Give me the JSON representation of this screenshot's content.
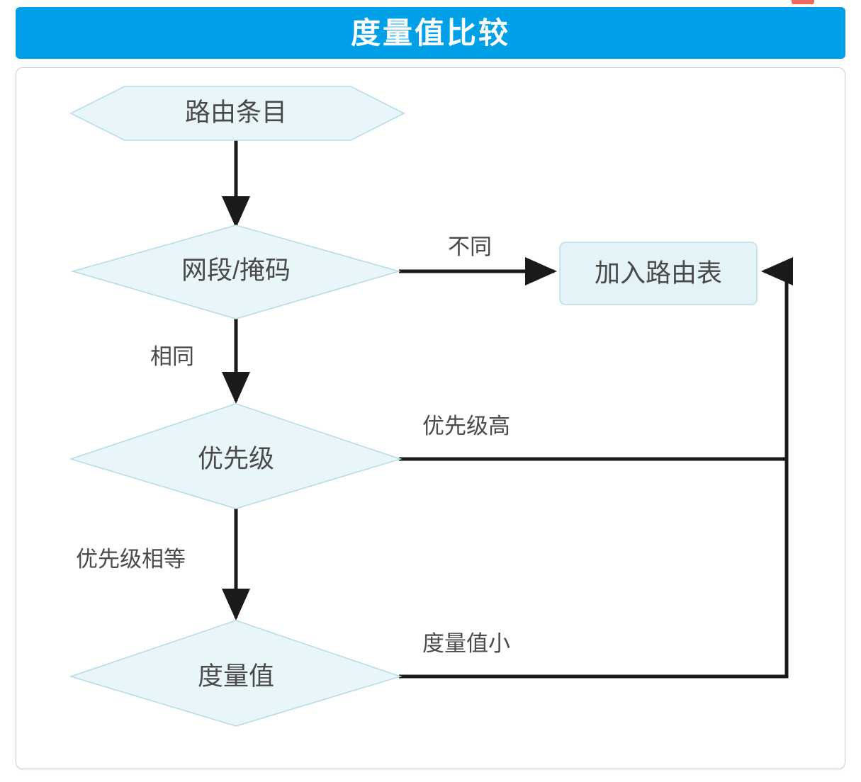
{
  "header": {
    "title": "度量值比较",
    "background_color": "#00a0e9",
    "text_color": "#ffffff",
    "marker_color": "#f0675b"
  },
  "theme": {
    "node_fill": "#e9f6f9",
    "node_stroke": "#b9dde6",
    "edge_color": "#1a1a1a",
    "frame_border": "#cfcfcf",
    "label_color": "#4a4a4a",
    "page_background": "#ffffff"
  },
  "diagram": {
    "type": "flowchart",
    "title": "度量值比较",
    "nodes": [
      {
        "id": "route-entry",
        "label": "路由条目",
        "shape": "hexagon"
      },
      {
        "id": "network-mask",
        "label": "网段/掩码",
        "shape": "diamond"
      },
      {
        "id": "join-table",
        "label": "加入路由表",
        "shape": "rounded-rect"
      },
      {
        "id": "priority",
        "label": "优先级",
        "shape": "diamond"
      },
      {
        "id": "metric",
        "label": "度量值",
        "shape": "diamond"
      }
    ],
    "edges": [
      {
        "id": "e1",
        "from": "route-entry",
        "to": "network-mask",
        "label": "",
        "arrow": true
      },
      {
        "id": "e2",
        "from": "network-mask",
        "to": "join-table",
        "label": "不同",
        "arrow": true
      },
      {
        "id": "e3",
        "from": "network-mask",
        "to": "priority",
        "label": "相同",
        "arrow": true
      },
      {
        "id": "e4",
        "from": "priority",
        "to": "join-table",
        "label": "优先级高",
        "arrow": true
      },
      {
        "id": "e5",
        "from": "priority",
        "to": "metric",
        "label": "优先级相等",
        "arrow": true
      },
      {
        "id": "e6",
        "from": "metric",
        "to": "join-table",
        "label": "度量值小",
        "arrow": true
      }
    ]
  }
}
